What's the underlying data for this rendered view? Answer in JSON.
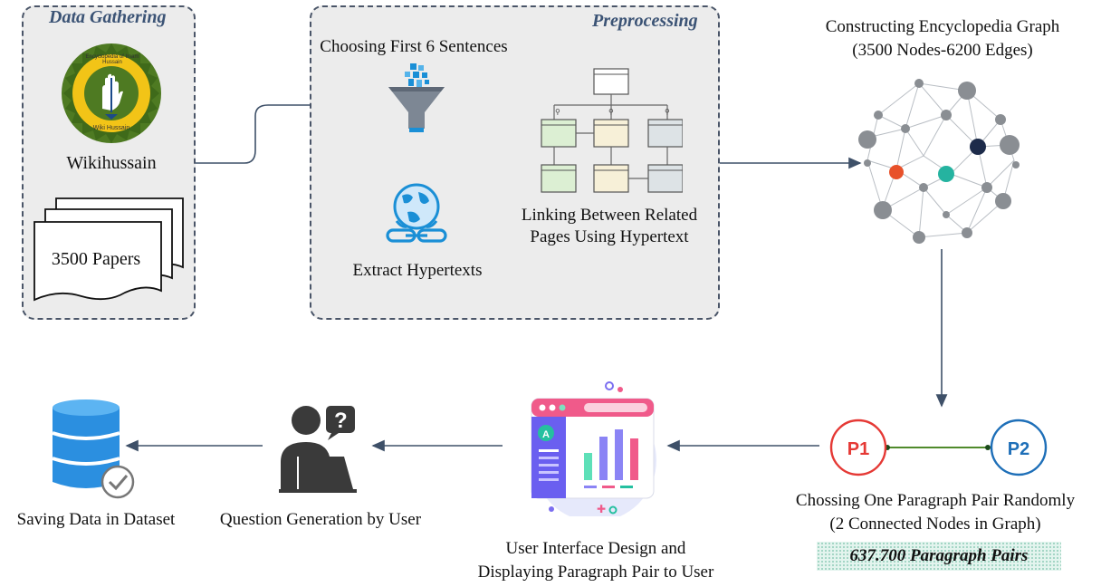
{
  "data_gathering": {
    "title": "Data Gathering",
    "logo_ring_top_text": "Encyclopedia of Imam Hussain",
    "logo_ring_bottom_text": "Wiki Hussain",
    "source_label": "Wikihussain",
    "papers_label": "3500 Papers"
  },
  "preprocessing": {
    "title": "Preprocessing",
    "step1_label": "Choosing First 6 Sentences",
    "step2_label": "Extract Hypertexts",
    "step3_label_line1": "Linking Between Related",
    "step3_label_line2": "Pages Using Hypertext"
  },
  "graph": {
    "title_line1": "Constructing Encyclopedia Graph",
    "title_line2": "(3500 Nodes-6200 Edges)"
  },
  "pair": {
    "node1": "P1",
    "node2": "P2",
    "caption_line1": "Chossing One Paragraph Pair Randomly",
    "caption_line2": "(2 Connected Nodes in Graph)",
    "count_label": "637.700 Paragraph Pairs",
    "p1_color": "#e53935",
    "p2_color": "#1e6fb8"
  },
  "ui_design": {
    "caption_line1": "User Interface Design and",
    "caption_line2": "Displaying Paragraph Pair to User"
  },
  "question": {
    "caption": "Question Generation by User"
  },
  "dataset": {
    "caption": "Saving Data in Dataset"
  },
  "colors": {
    "panel_border": "#4a5568",
    "arrow": "#3e5068",
    "title": "#3b5375",
    "accent_blue": "#1a8fd6"
  }
}
